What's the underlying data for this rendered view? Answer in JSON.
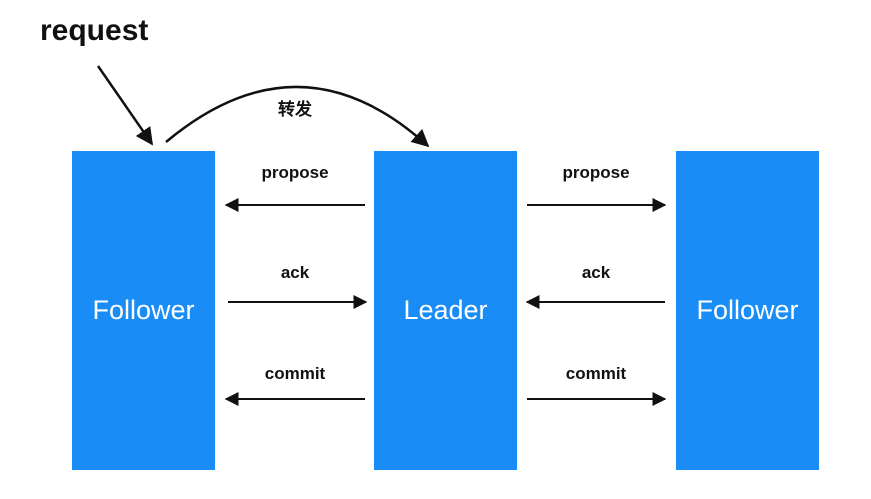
{
  "request_label": "request",
  "forward_label": "转发",
  "nodes": {
    "left": "Follower",
    "middle": "Leader",
    "right": "Follower"
  },
  "left_link": {
    "propose": "propose",
    "ack": "ack",
    "commit": "commit"
  },
  "right_link": {
    "propose": "propose",
    "ack": "ack",
    "commit": "commit"
  },
  "colors": {
    "node_fill": "#1a8cf5",
    "node_text": "#ffffff",
    "arrow": "#111111"
  }
}
